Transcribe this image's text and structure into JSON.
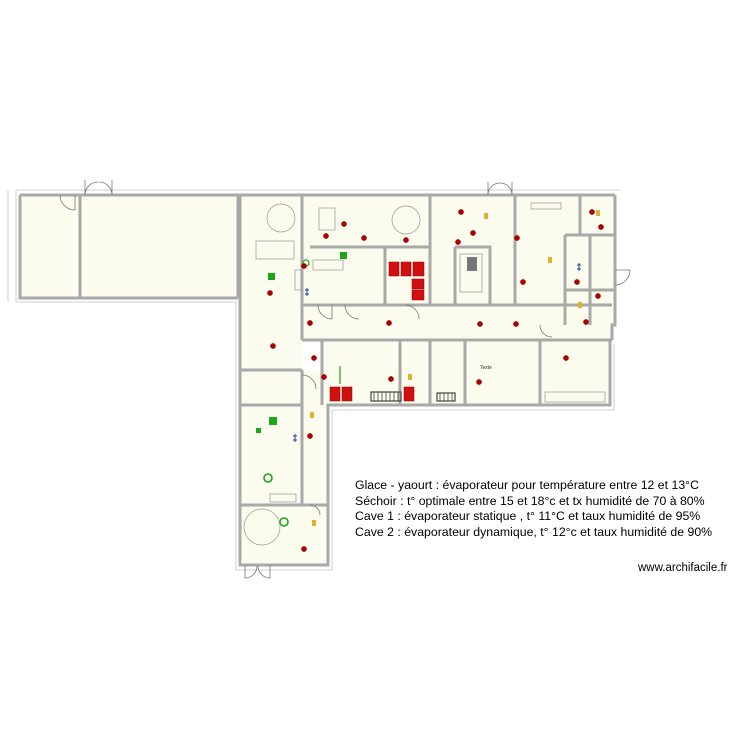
{
  "notes": [
    "Glace - yaourt : évaporateur pour température entre 12 et 13°C",
    "Séchoir : t° optimale entre 15 et 18°c  et tx humidité de 70 à 80%",
    "Cave 1 : évaporateur statique , t° 11°C et taux humidité de 95%",
    "Cave 2 : évaporateur dynamique, t° 12°c et taux humidité de 90%"
  ],
  "credit": "www.archifacile.fr",
  "room_labels": [
    "Texte"
  ],
  "colors": {
    "wall": "#a9a9a9",
    "floor": "#fbfbee",
    "equipment": "#d01010",
    "marker": "#b00000",
    "green": "#1aa51a",
    "yellow": "#e0b030",
    "blue": "#2040a0"
  }
}
